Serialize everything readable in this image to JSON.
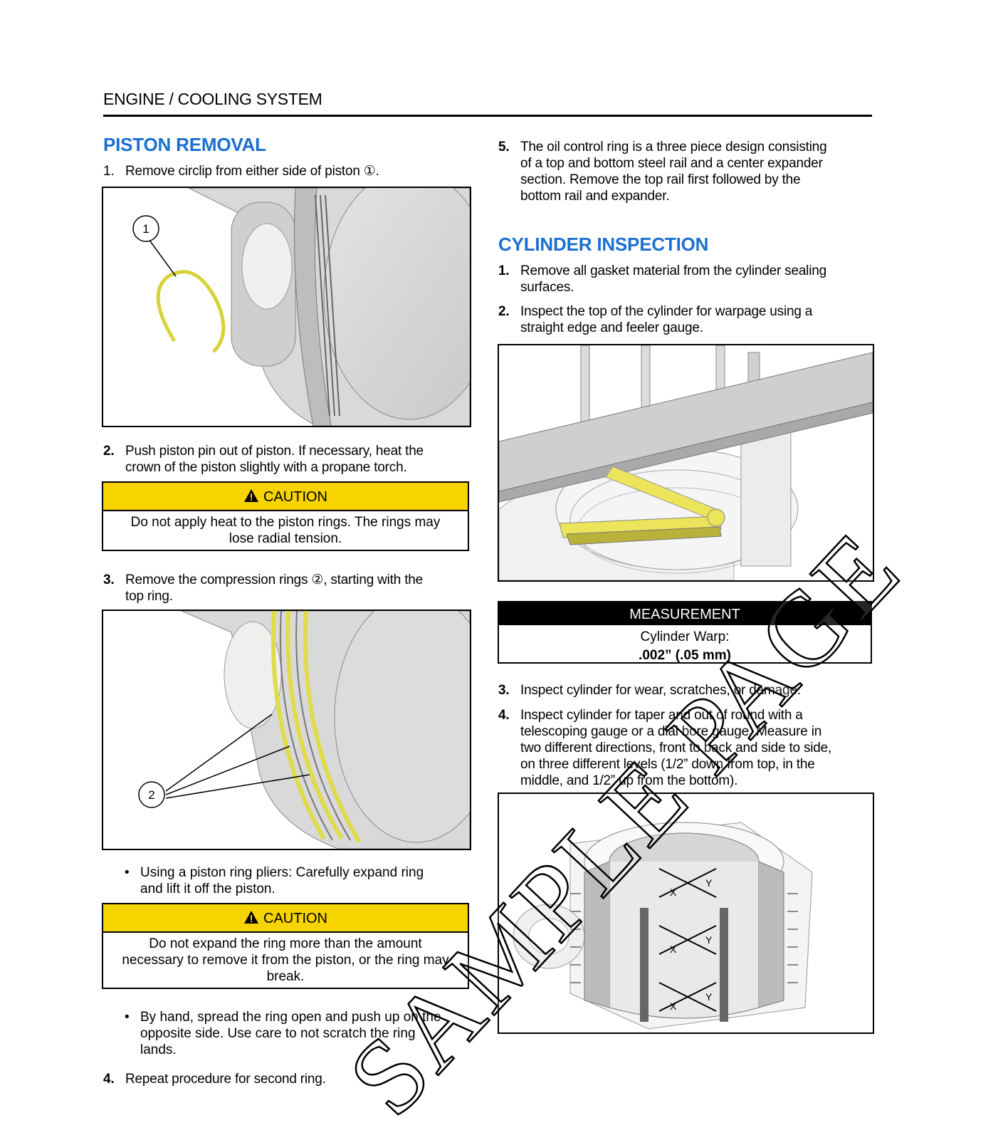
{
  "header": {
    "title": "ENGINE / COOLING SYSTEM"
  },
  "left": {
    "section_title": "PISTON REMOVAL",
    "step1": {
      "num": "1.",
      "text": "Remove circlip from either side of piston ①."
    },
    "fig1": {
      "callout": "1"
    },
    "step2": {
      "num": "2.",
      "line1": "Push piston pin out of piston. If necessary, heat the",
      "line2": "crown of the piston slightly with a propane torch."
    },
    "caution1": {
      "label": "CAUTION",
      "line1": "Do not apply heat to the piston rings. The rings may",
      "line2": "lose radial tension."
    },
    "step3": {
      "num": "3.",
      "line1": "Remove the compression rings ②, starting with the",
      "line2": "top ring."
    },
    "fig2": {
      "callout": "2"
    },
    "bullet1": {
      "dot": "•",
      "line1": "Using a piston ring pliers: Carefully expand ring",
      "line2": "and lift it off the piston."
    },
    "caution2": {
      "label": "CAUTION",
      "line1": "Do not expand the ring more than the amount",
      "line2": "necessary to remove it from the piston, or the ring may",
      "line3": "break."
    },
    "bullet2": {
      "dot": "•",
      "line1": "By hand, spread the ring open and push up on the",
      "line2": "opposite side. Use care to not scratch the ring",
      "line3": "lands."
    },
    "step4": {
      "num": "4.",
      "text": "Repeat procedure for second ring."
    }
  },
  "right": {
    "step5": {
      "num": "5.",
      "line1": "The oil control ring is a three piece design consisting",
      "line2": "of a top and bottom steel rail and a center expander",
      "line3": "section. Remove the top rail first followed by the",
      "line4": "bottom rail and expander."
    },
    "section_title": "CYLINDER INSPECTION",
    "c_step1": {
      "num": "1.",
      "line1": "Remove all gasket material from the cylinder sealing",
      "line2": "surfaces."
    },
    "c_step2": {
      "num": "2.",
      "line1": "Inspect the top of the cylinder for warpage using a",
      "line2": "straight edge and feeler gauge."
    },
    "measurement": {
      "label": "MEASUREMENT",
      "line1": "Cylinder Warp:",
      "line2": ".002” (.05 mm)"
    },
    "c_step3": {
      "num": "3.",
      "text": "Inspect cylinder for wear, scratches, or damage."
    },
    "c_step4": {
      "num": "4.",
      "line1": "Inspect cylinder for taper and out of round with a",
      "line2": "telescoping gauge or a dial bore gauge. Measure in",
      "line3": "two different directions, front to back and side to side,",
      "line4": "on three different levels (1/2” down from top, in the",
      "line5": "middle, and 1/2” up from the bottom)."
    },
    "fig4": {
      "labels": [
        "X",
        "Y",
        "X",
        "Y",
        "X",
        "Y"
      ]
    }
  },
  "watermark": {
    "text": "SAMPLE PAGE"
  },
  "colors": {
    "heading_blue": "#1a6fd1",
    "caution_yellow": "#f7d300",
    "part_yellow": "#e8e060"
  }
}
